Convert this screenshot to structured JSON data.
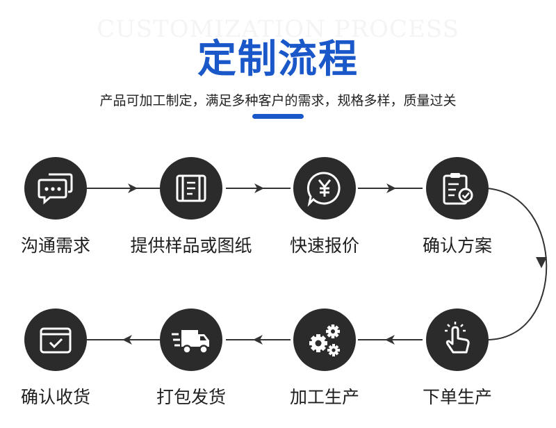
{
  "header": {
    "bg_title": "CUSTOMIZATION PROCESS",
    "title": "定制流程",
    "subtitle": "产品可加工制定，满足多种客户的需求，规格多样，质量过关"
  },
  "colors": {
    "accent": "#1a57c9",
    "circle": "#2b2b2b",
    "line": "#333333"
  },
  "steps": [
    {
      "label": "沟通需求",
      "icon": "chat-bubbles-icon"
    },
    {
      "label": "提供样品或图纸",
      "icon": "blueprint-scroll-icon"
    },
    {
      "label": "快速报价",
      "icon": "yuan-price-icon"
    },
    {
      "label": "确认方案",
      "icon": "clipboard-check-icon"
    },
    {
      "label": "下单生产",
      "icon": "tap-hand-icon"
    },
    {
      "label": "加工生产",
      "icon": "gears-icon"
    },
    {
      "label": "打包发货",
      "icon": "delivery-truck-icon"
    },
    {
      "label": "确认收货",
      "icon": "box-check-icon"
    }
  ]
}
